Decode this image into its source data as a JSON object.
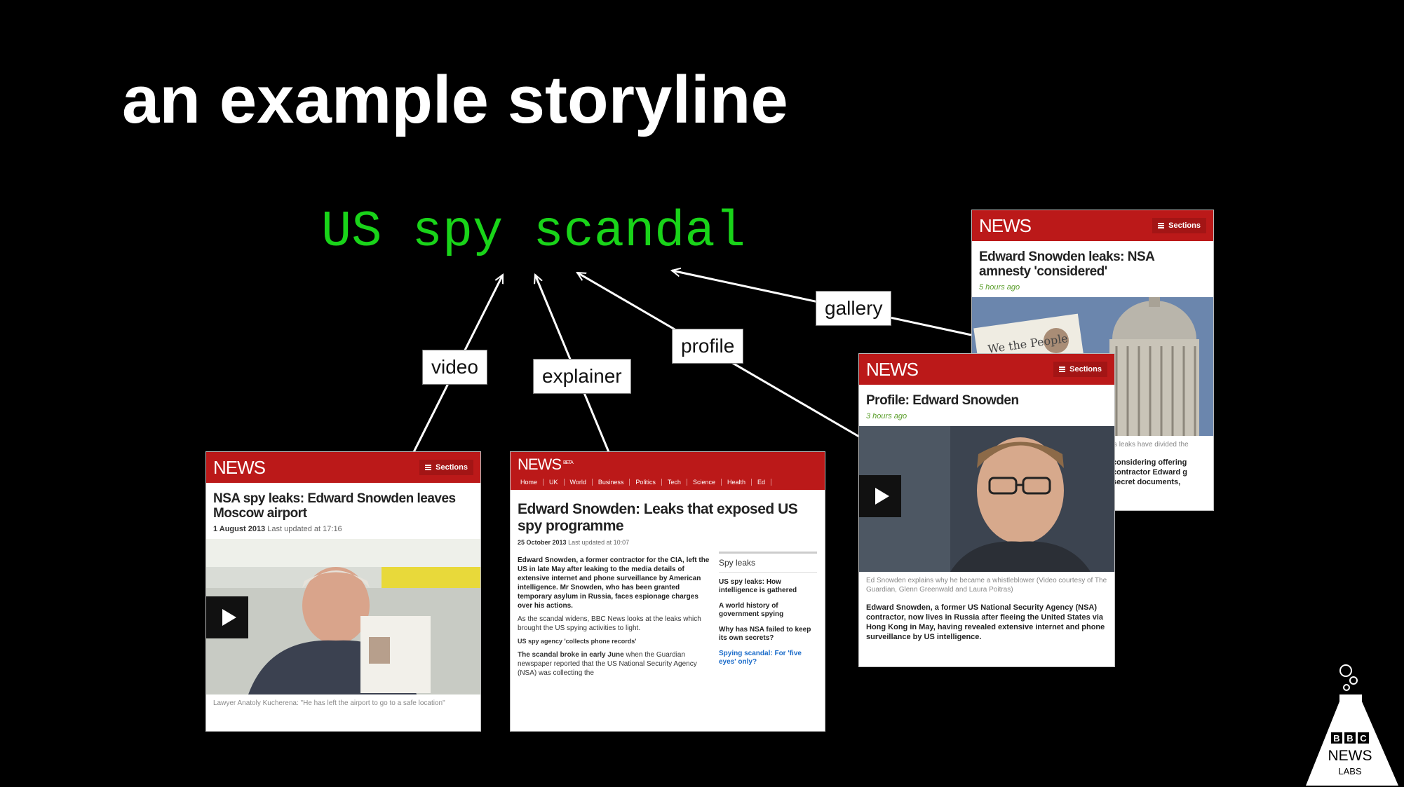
{
  "slide": {
    "title": "an example storyline"
  },
  "topic": "US spy scandal",
  "relations": {
    "video": "video",
    "explainer": "explainer",
    "profile": "profile",
    "gallery": "gallery"
  },
  "colors": {
    "topic": "#19d419",
    "news_red": "#bb1919",
    "background": "#000000"
  },
  "cards": {
    "video": {
      "logo": "NEWS",
      "sections": "Sections",
      "headline": "NSA spy leaks: Edward Snowden leaves Moscow airport",
      "date": "1 August 2013",
      "updated": "Last updated at 17:16",
      "caption": "Lawyer Anatoly Kucherena: \"He has left the airport to go to a safe location\""
    },
    "explainer": {
      "logo": "NEWS",
      "beta": "BETA",
      "nav": [
        "Home",
        "UK",
        "World",
        "Business",
        "Politics",
        "Tech",
        "Science",
        "Health",
        "Ed"
      ],
      "headline": "Edward Snowden: Leaks that exposed US spy programme",
      "date": "25 October 2013",
      "updated": "Last updated at 10:07",
      "intro": "Edward Snowden, a former contractor for the CIA, left the US in late May after leaking to the media details of extensive internet and phone surveillance by American intelligence. Mr Snowden, who has been granted temporary asylum in Russia, faces espionage charges over his actions.",
      "para2": "As the scandal widens, BBC News looks at the leaks which brought the US spying activities to light.",
      "para3": "US spy agency 'collects phone records'",
      "para4_bold": "The scandal broke in early June",
      "para4": " when the Guardian newspaper reported that the US National Security Agency (NSA) was collecting the",
      "side_heading": "Spy leaks",
      "side_links": [
        "US spy leaks: How intelligence is gathered",
        "A world history of government spying",
        "Why has NSA failed to keep its own secrets?"
      ],
      "side_link_blue": "Spying scandal: For 'five eyes' only?"
    },
    "profile": {
      "logo": "NEWS",
      "sections": "Sections",
      "headline": "Profile: Edward Snowden",
      "time_ago": "3 hours ago",
      "caption": "Ed Snowden explains why he became a whistleblower (Video courtesy of The Guardian, Glenn Greenwald and Laura Poitras)",
      "summary": "Edward Snowden, a former US National Security Agency (NSA) contractor, now lives in Russia after fleeing the United States via Hong Kong in May, having revealed extensive internet and phone surveillance by US intelligence."
    },
    "gallery": {
      "logo": "NEWS",
      "sections": "Sections",
      "headline": "Edward Snowden leaks: NSA amnesty 'considered'",
      "time_ago": "5 hours ago",
      "sign_text": "We the People",
      "caption_tail": "'s leaks have divided the",
      "summary_tail": "considering offering contractor Edward g secret documents,"
    }
  },
  "logo": {
    "line1": "BBC",
    "line2": "NEWS",
    "line3": "LABS"
  }
}
